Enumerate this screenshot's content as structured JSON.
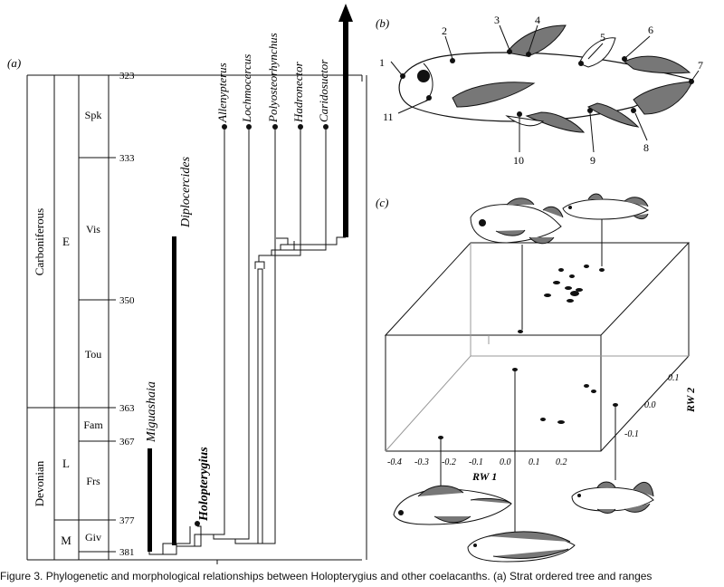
{
  "panels": {
    "a": "(a)",
    "b": "(b)",
    "c": "(c)"
  },
  "timescale": {
    "periods": [
      "Carboniferous",
      "Devonian"
    ],
    "epochs": [
      "E",
      "L",
      "M"
    ],
    "stages": [
      "Spk",
      "Vis",
      "Tou",
      "Fam",
      "Frs",
      "Giv"
    ],
    "ages": [
      "323",
      "333",
      "350",
      "363",
      "367",
      "377",
      "381"
    ]
  },
  "taxa": {
    "miguashaia": "Miguashaia",
    "diplocercides": "Diplocercides",
    "holopterygius": "Holopterygius",
    "allenypterus": "Allenypterus",
    "lochmocercus": "Lochmocercus",
    "polyosteorhynchus": "Polyosteorhynchus",
    "hadronector": "Hadronector",
    "caridosuctor": "Caridosuctor"
  },
  "landmarks": [
    "1",
    "2",
    "3",
    "4",
    "5",
    "6",
    "7",
    "8",
    "9",
    "10",
    "11"
  ],
  "morphospace": {
    "x_axis_label": "RW 1",
    "y_axis_label": "RW 2",
    "x_ticks": [
      "-0.4",
      "-0.3",
      "-0.2",
      "-0.1",
      "0.0",
      "0.1",
      "0.2"
    ],
    "y_ticks": [
      "0.1",
      "0.0",
      "-0.1"
    ]
  },
  "caption": "Figure 3. Phylogenetic and morphological relationships between Holopterygius and other coelacanths. (a) Strat ordered tree and ranges"
}
